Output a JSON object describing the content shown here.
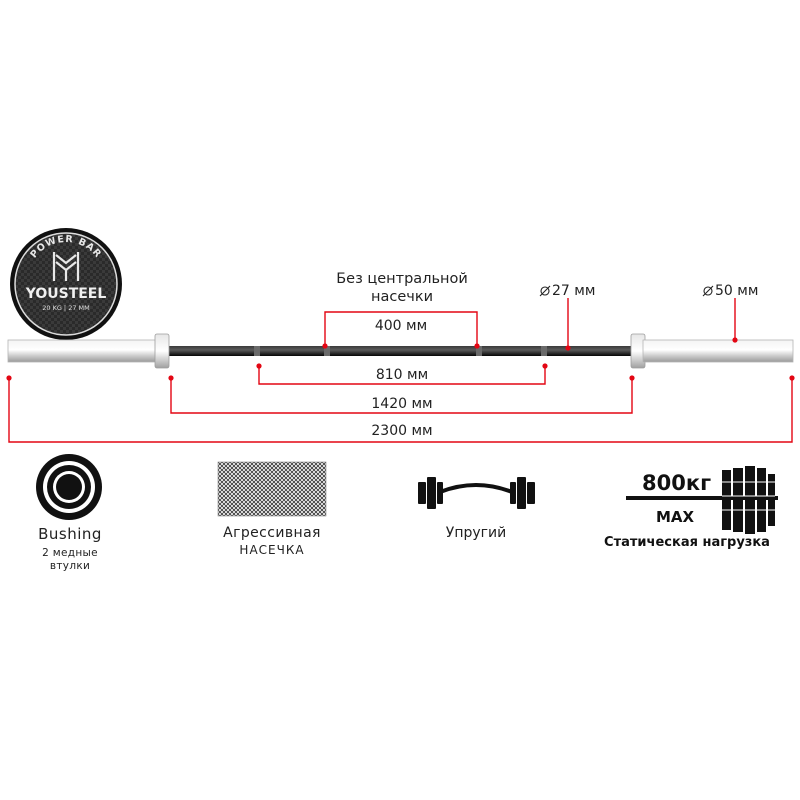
{
  "colors": {
    "dimension_line": "#e30613",
    "shaft": "#1a1a1a",
    "sleeve": "#d8d8d8",
    "text": "#222222"
  },
  "logo": {
    "top_text": "POWER BAR",
    "brand": "YOUSTEEL",
    "spec": "20 KG | 27 MM"
  },
  "annotations": {
    "no_center_knurl_line1": "Без центральной",
    "no_center_knurl_line2": "насечки",
    "shaft_diameter": "27 мм",
    "sleeve_diameter": "50 мм"
  },
  "dimensions": {
    "d400": "400 мм",
    "d810": "810 мм",
    "d1420": "1420 мм",
    "d2300": "2300 мм"
  },
  "features": {
    "bushing_title": "Bushing",
    "bushing_line1": "2 медные",
    "bushing_line2": "втулки",
    "knurl_line1": "Агрессивная",
    "knurl_line2": "насечка",
    "whip": "Упругий",
    "load_value": "800кг",
    "load_max": "MAX",
    "load_caption": "Статическая нагрузка"
  },
  "icons": [
    "diameter-icon",
    "bushing-icon",
    "knurling-icon",
    "flexible-bar-icon",
    "plate-stack-icon"
  ]
}
